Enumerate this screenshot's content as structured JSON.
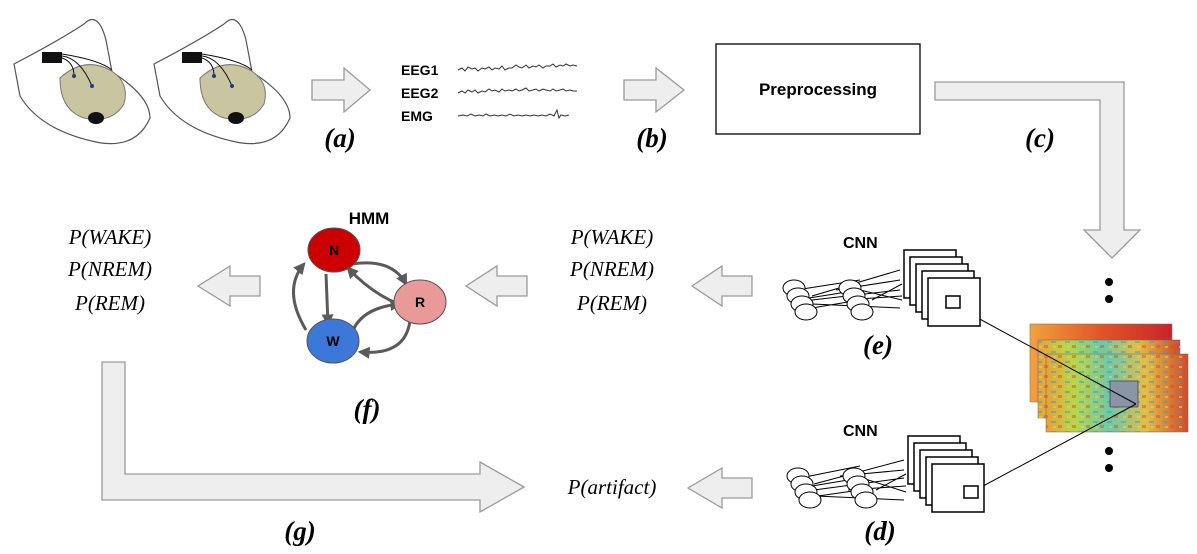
{
  "signals": [
    "EEG1",
    "EEG2",
    "EMG"
  ],
  "preprocessing_label": "Preprocessing",
  "panel_labels": {
    "a": "(a)",
    "b": "(b)",
    "c": "(c)",
    "d": "(d)",
    "e": "(e)",
    "f": "(f)",
    "g": "(g)"
  },
  "hmm": {
    "title": "HMM",
    "states": [
      {
        "label": "N",
        "color": "#cc0000"
      },
      {
        "label": "R",
        "color": "#ea9999"
      },
      {
        "label": "W",
        "color": "#3c78d8"
      }
    ]
  },
  "cnn_label": "CNN",
  "output_probs": [
    "P(WAKE)",
    "P(NREM)",
    "P(REM)"
  ],
  "hmm_probs": [
    "P(WAKE)",
    "P(NREM)",
    "P(REM)"
  ],
  "artifact_prob": "P(artifact)",
  "colors": {
    "arrow_fill": "#eeeeee",
    "arrow_stroke": "#9a9a9a",
    "brain": "#c9c5a0"
  }
}
